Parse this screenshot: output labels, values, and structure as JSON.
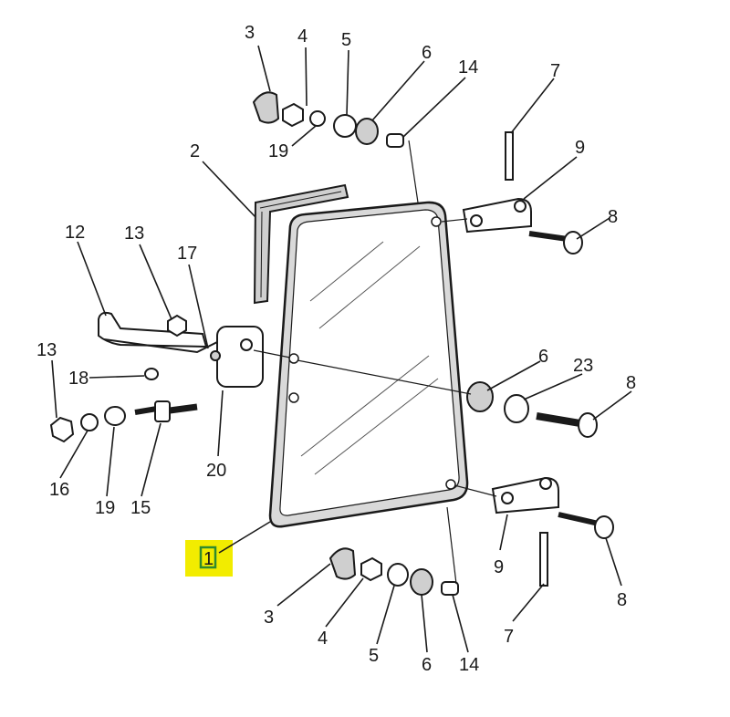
{
  "diagram": {
    "highlight_color": "#f2ec00",
    "highlight_border": "#2e8b2e",
    "callouts": [
      {
        "id": "c3a",
        "text": "3"
      },
      {
        "id": "c4a",
        "text": "4"
      },
      {
        "id": "c5a",
        "text": "5"
      },
      {
        "id": "c6a",
        "text": "6"
      },
      {
        "id": "c14a",
        "text": "14"
      },
      {
        "id": "c7a",
        "text": "7"
      },
      {
        "id": "c19a",
        "text": "19"
      },
      {
        "id": "c9a",
        "text": "9"
      },
      {
        "id": "c2",
        "text": "2"
      },
      {
        "id": "c8a",
        "text": "8"
      },
      {
        "id": "c12",
        "text": "12"
      },
      {
        "id": "c13a",
        "text": "13"
      },
      {
        "id": "c17",
        "text": "17"
      },
      {
        "id": "c13b",
        "text": "13"
      },
      {
        "id": "c18",
        "text": "18"
      },
      {
        "id": "c6b",
        "text": "6"
      },
      {
        "id": "c23",
        "text": "23"
      },
      {
        "id": "c8b",
        "text": "8"
      },
      {
        "id": "c20",
        "text": "20"
      },
      {
        "id": "c16",
        "text": "16"
      },
      {
        "id": "c19b",
        "text": "19"
      },
      {
        "id": "c15",
        "text": "15"
      },
      {
        "id": "c1",
        "text": "1"
      },
      {
        "id": "c9b",
        "text": "9"
      },
      {
        "id": "c8c",
        "text": "8"
      },
      {
        "id": "c7b",
        "text": "7"
      },
      {
        "id": "c3b",
        "text": "3"
      },
      {
        "id": "c4b",
        "text": "4"
      },
      {
        "id": "c5b",
        "text": "5"
      },
      {
        "id": "c6c",
        "text": "6"
      },
      {
        "id": "c14b",
        "text": "14"
      }
    ]
  }
}
